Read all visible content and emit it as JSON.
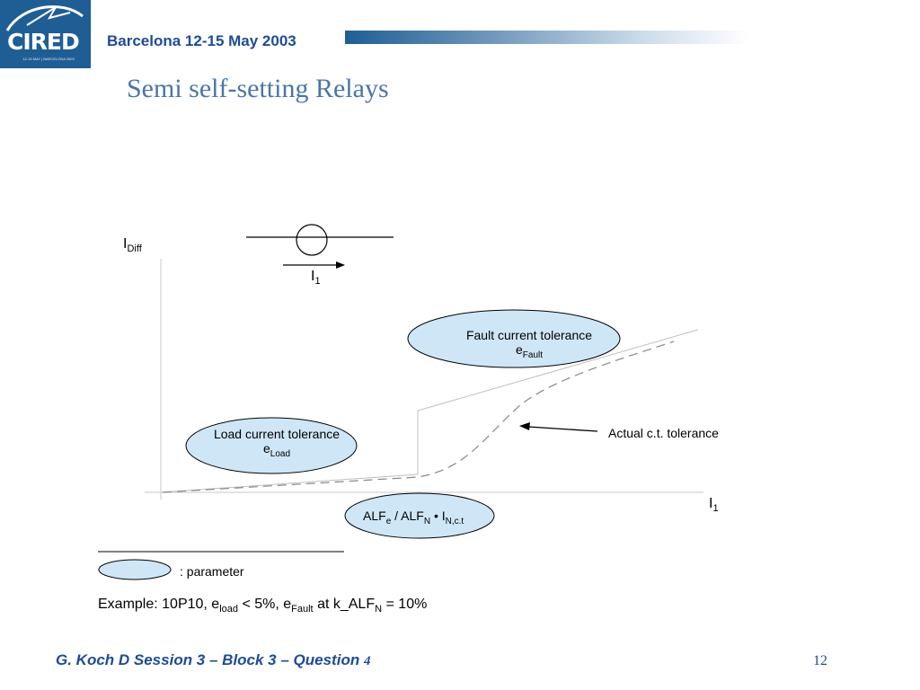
{
  "header": {
    "logo_text": "CIRED",
    "logo_subtext": "12-15 MAY | BARCELONA 2003",
    "event": "Barcelona  12-15 May 2003"
  },
  "title": "Semi self-setting Relays",
  "diagram": {
    "y_axis_label": "I",
    "y_axis_sub": "Diff",
    "x_axis_label": "I",
    "x_axis_sub": "1",
    "current_label": "I",
    "current_sub": "1",
    "fault_tol": {
      "line1": "Fault current tolerance",
      "symbol": "e",
      "sub": "Fault"
    },
    "load_tol": {
      "line1": "Load current tolerance",
      "symbol": "e",
      "sub": "Load"
    },
    "actual_ct": "Actual c.t. tolerance",
    "alf": {
      "a": "ALF",
      "a_sub": "e",
      "sep": " / ALF",
      "b_sub": "N",
      "dot": " • I",
      "c_sub": "N,c.t"
    },
    "legend_param": ": parameter"
  },
  "example": {
    "prefix": "Example: 10P10, e",
    "sub1": "load",
    "mid": " < 5%, e",
    "sub2": "Fault",
    "mid2": " at k_ALF",
    "sub3": "N",
    "suffix": " = 10%"
  },
  "footer": {
    "left": "G. Koch  D  Session 3   – Block 3 – Question  ",
    "question_num": "4",
    "page": "12"
  },
  "colors": {
    "brand_blue": "#1f5e95",
    "title_blue": "#4a76a8",
    "ellipse_fill": "#cfe6f6"
  }
}
